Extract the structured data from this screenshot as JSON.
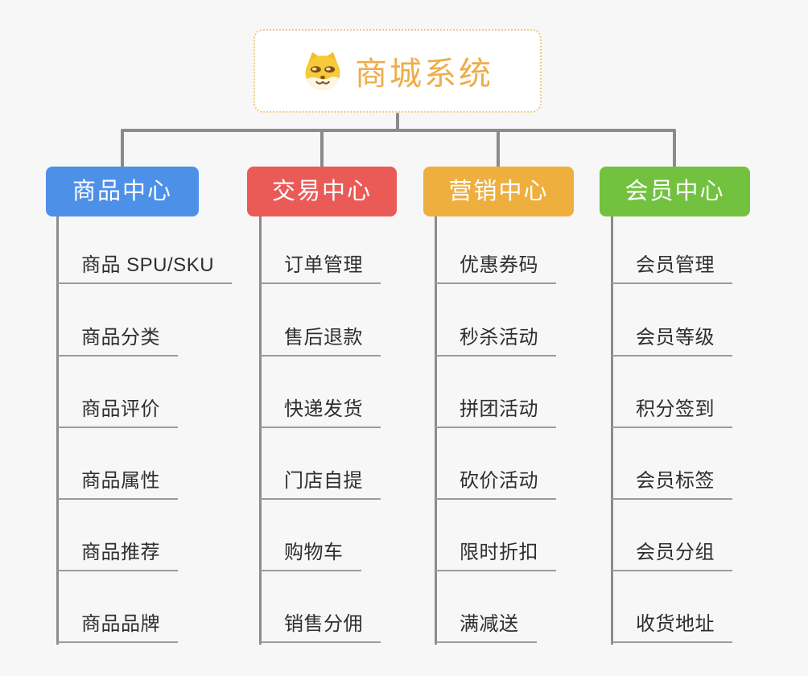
{
  "page": {
    "background": "#f7f7f7",
    "connector_color": "#8b8b8b"
  },
  "root": {
    "title": "商城系统",
    "icon": "shiba-dog-icon",
    "title_color": "#eead49",
    "border_color": "#eec67e"
  },
  "branches": [
    {
      "label": "商品中心",
      "color": "#4d90e8",
      "items": [
        "商品 SPU/SKU",
        "商品分类",
        "商品评价",
        "商品属性",
        "商品推荐",
        "商品品牌"
      ]
    },
    {
      "label": "交易中心",
      "color": "#ea5b57",
      "items": [
        "订单管理",
        "售后退款",
        "快递发货",
        "门店自提",
        "购物车",
        "销售分佣"
      ]
    },
    {
      "label": "营销中心",
      "color": "#eeaf3f",
      "items": [
        "优惠券码",
        "秒杀活动",
        "拼团活动",
        "砍价活动",
        "限时折扣",
        "满减送"
      ]
    },
    {
      "label": "会员中心",
      "color": "#72c23f",
      "items": [
        "会员管理",
        "会员等级",
        "积分签到",
        "会员标签",
        "会员分组",
        "收货地址"
      ]
    }
  ]
}
